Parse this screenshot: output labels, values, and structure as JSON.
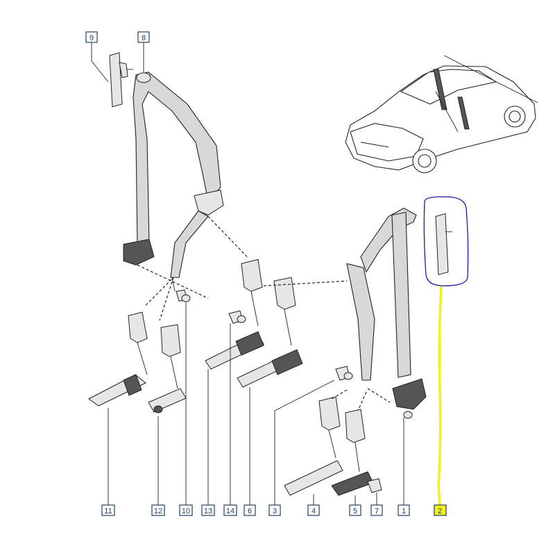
{
  "callouts": [
    {
      "id": "c1",
      "label": "1"
    },
    {
      "id": "c2",
      "label": "2"
    },
    {
      "id": "c3",
      "label": "3"
    },
    {
      "id": "c4",
      "label": "4"
    },
    {
      "id": "c5",
      "label": "5"
    },
    {
      "id": "c6",
      "label": "6"
    },
    {
      "id": "c7",
      "label": "7"
    },
    {
      "id": "c8",
      "label": "8"
    },
    {
      "id": "c9",
      "label": "9"
    },
    {
      "id": "c10",
      "label": "10"
    },
    {
      "id": "c11",
      "label": "11"
    },
    {
      "id": "c12",
      "label": "12"
    },
    {
      "id": "c13",
      "label": "13"
    },
    {
      "id": "c14",
      "label": "14"
    }
  ],
  "highlight": {
    "outline_color": "#1a1aa8",
    "marker_color": "#f2f21a",
    "highlighted_callout": "2"
  }
}
